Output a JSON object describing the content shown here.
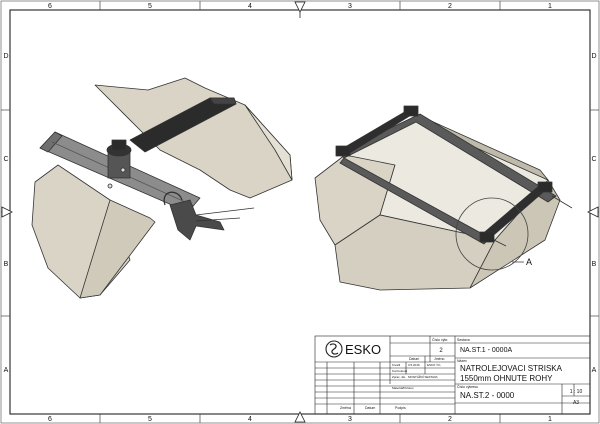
{
  "drawing": {
    "border_top_numbers": [
      "6",
      "5",
      "4",
      "3",
      "2",
      "1"
    ],
    "border_bottom_numbers": [
      "6",
      "5",
      "4",
      "3",
      "2",
      "1"
    ],
    "border_left_letters": [
      "D",
      "C",
      "B",
      "A"
    ],
    "border_right_letters": [
      "D",
      "C",
      "B",
      "A"
    ],
    "detail_label": "A"
  },
  "title_block": {
    "company": "ESKO",
    "issue_label": "Číslo výkr.",
    "issue_value": "2",
    "drawn_label": "Datum",
    "check_label": "Jméno",
    "drawn_by_label": "Kreslil",
    "drawn_date": "3.5.2016",
    "drawn_name": "ESKO T.K.",
    "checked_label": "Kontroloval",
    "approved_label": "Zprac. dle",
    "approved_value": "MONTÁŽNÍ SESTAVA",
    "material_label": "Materiál/Polotov.",
    "assembly_label": "Sestava",
    "assembly_code": "NA.ST.1 - 0000A",
    "name_label": "Název",
    "name_line1": "NATROLEJOVACI STRISKA",
    "name_line2": "1550mm OHNUTE ROHY",
    "drawing_no_label": "Číslo výkresu",
    "drawing_no": "NA.ST.2 - 0000",
    "scale": "1 : 10",
    "format": "A3",
    "change_col1": "Změna",
    "change_col2": "Datum",
    "change_col3": "Podpis"
  }
}
